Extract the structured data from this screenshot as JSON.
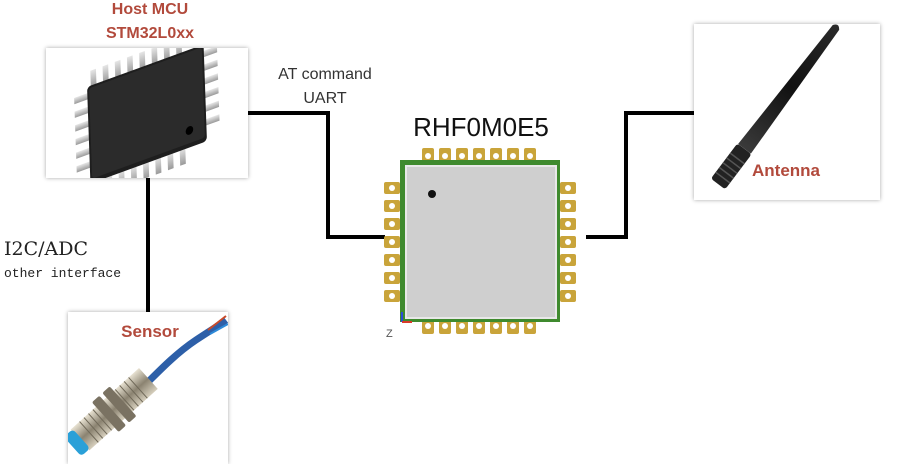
{
  "host_mcu": {
    "title": "Host MCU",
    "model": "STM32L0xx"
  },
  "module": {
    "name": "RHF0M0E5",
    "axis_label": "Z"
  },
  "antenna": {
    "label": "Antenna"
  },
  "sensor": {
    "label": "Sensor"
  },
  "links": {
    "mcu_module_line1": "AT command",
    "mcu_module_line2": "UART",
    "mcu_sensor_line1": "I2C/ADC",
    "mcu_sensor_line2": "other interface"
  },
  "colors": {
    "label_red": "#b24a3c",
    "pcb_green": "#3f8a2e",
    "pad_gold": "#c9a43a",
    "chip_gray": "#cfcfcf",
    "wire": "#000000"
  }
}
